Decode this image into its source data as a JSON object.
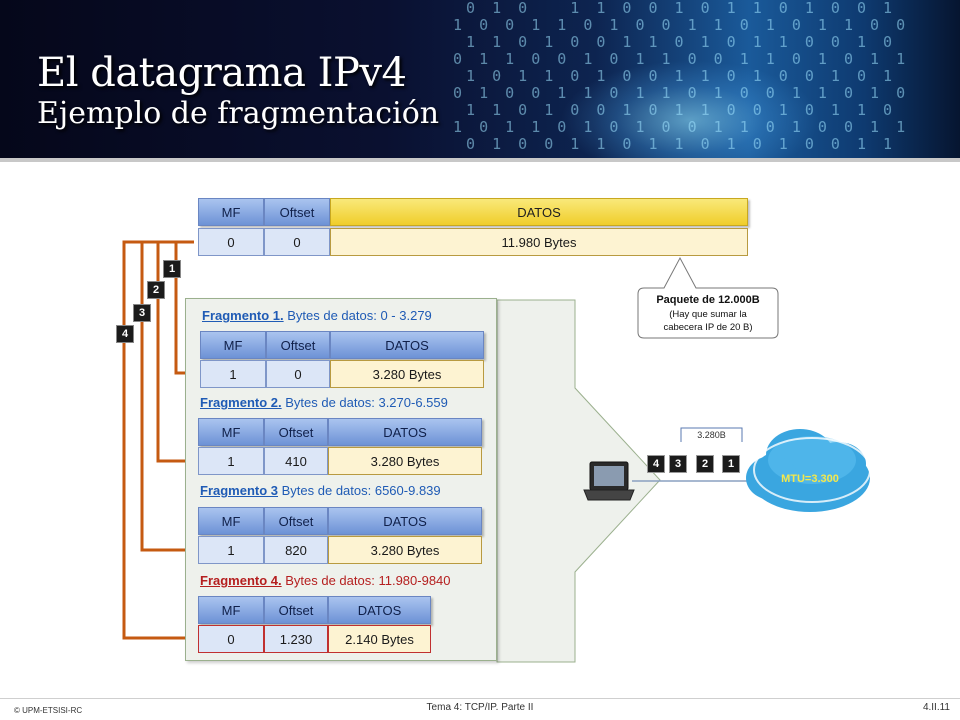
{
  "slide": {
    "title": "El datagrama IPv4",
    "subtitle": "Ejemplo de fragmentación"
  },
  "original": {
    "headers": [
      "MF",
      "Oftset",
      "DATOS"
    ],
    "values": [
      "0",
      "0",
      "11.980 Bytes"
    ]
  },
  "callout": {
    "line1": "Paquete de 12.000B",
    "line2": "(Hay que sumar la",
    "line3": "cabecera IP de 20 B)"
  },
  "fragments": [
    {
      "title_link": "Fragmento 1.",
      "title_rest": " Bytes de datos: 0 - 3.279",
      "headers": [
        "MF",
        "Oftset",
        "DATOS"
      ],
      "values": [
        "1",
        "0",
        "3.280 Bytes"
      ]
    },
    {
      "title_link": "Fragmento 2.",
      "title_rest": " Bytes de datos: 3.270-6.559",
      "headers": [
        "MF",
        "Oftset",
        "DATOS"
      ],
      "values": [
        "1",
        "410",
        "3.280 Bytes"
      ]
    },
    {
      "title_link": "Fragmento 3",
      "title_rest": " Bytes de datos: 6560-9.839",
      "headers": [
        "MF",
        "Oftset",
        "DATOS"
      ],
      "values": [
        "1",
        "820",
        "3.280 Bytes"
      ]
    },
    {
      "title_link": "Fragmento 4.",
      "title_rest": " Bytes de datos: 11.980-9840",
      "headers": [
        "MF",
        "Oftset",
        "DATOS"
      ],
      "values": [
        "0",
        "1.230",
        "2.140 Bytes"
      ]
    }
  ],
  "badges": [
    "1",
    "2",
    "3",
    "4"
  ],
  "network": {
    "size_label": "3.280B",
    "packets": [
      "4",
      "3",
      "2",
      "1"
    ],
    "cloud_label": "MTU=3.300"
  },
  "footer": {
    "left": "© UPM-ETSISI-RC",
    "center": "Tema 4: TCP/IP. Parte II",
    "right": "4.II.11"
  },
  "colors": {
    "arrow": "#c55a11",
    "header_blue": "#6d92d6",
    "header_yellow": "#f0cd2a",
    "fragment_title_blue": "#1f5bb5",
    "fragment_title_red": "#b51f1f"
  }
}
